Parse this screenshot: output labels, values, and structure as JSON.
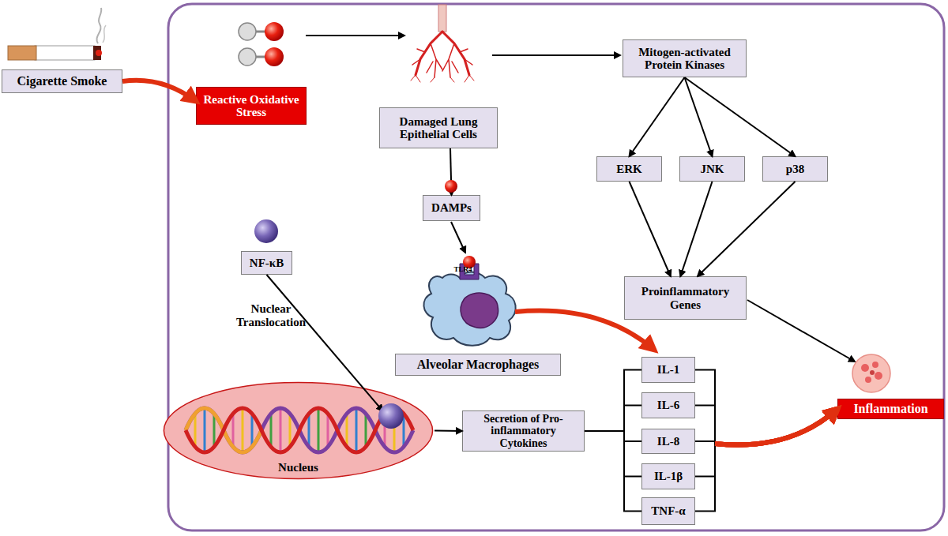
{
  "diagram": {
    "nodes": [
      {
        "text": [
          "Cigarette Smoke"
        ]
      },
      {
        "text": [
          "Reactive Oxidative Stress"
        ]
      },
      {
        "text": [
          "Mitogen-activated Protein Kinases"
        ]
      },
      {
        "text": [
          "Damaged Lung Epithelial Cells"
        ]
      },
      {
        "text": [
          "ERK"
        ]
      },
      {
        "text": [
          "JNK"
        ]
      },
      {
        "text": [
          "p38"
        ]
      },
      {
        "text": [
          "DAMPs"
        ]
      },
      {
        "text": [
          "NF-κB"
        ]
      },
      {
        "text": [
          "Proinflammatory Genes"
        ]
      },
      {
        "text": [
          "Alveolar Macrophages"
        ]
      },
      {
        "text": [
          "Nucleus"
        ]
      },
      {
        "text": [
          "Secretion of Pro-inflammatory Cytokines"
        ]
      },
      {
        "text": [
          "IL-1"
        ]
      },
      {
        "text": [
          "IL-6"
        ]
      },
      {
        "text": [
          "IL-8"
        ]
      },
      {
        "text": [
          "IL-1β"
        ]
      },
      {
        "text": [
          "TNF-α"
        ]
      },
      {
        "text": [
          "Inflammation"
        ]
      }
    ],
    "edges": [
      {
        "from": 0,
        "to": 1,
        "arrow": "to"
      },
      {
        "from": 3,
        "to": 7,
        "arrow": "to"
      },
      {
        "from": 2,
        "to": 4,
        "arrow": "to"
      },
      {
        "from": 2,
        "to": 5,
        "arrow": "to"
      },
      {
        "from": 2,
        "to": 6,
        "arrow": "to"
      },
      {
        "from": 4,
        "to": 9,
        "arrow": "to"
      },
      {
        "from": 5,
        "to": 9,
        "arrow": "to"
      },
      {
        "from": 6,
        "to": 9,
        "arrow": "to"
      },
      {
        "from": 8,
        "to": 11,
        "label": "Nuclear Translocation",
        "arrow": "to"
      },
      {
        "from": 11,
        "to": 12,
        "arrow": "to"
      },
      {
        "from": 12,
        "to": 13,
        "arrow": "none"
      },
      {
        "from": 12,
        "to": 14,
        "arrow": "none"
      },
      {
        "from": 12,
        "to": 15,
        "arrow": "none"
      },
      {
        "from": 12,
        "to": 16,
        "arrow": "none"
      },
      {
        "from": 12,
        "to": 17,
        "arrow": "none"
      },
      {
        "from": 13,
        "to": 18,
        "arrow": "to"
      },
      {
        "from": 14,
        "to": 18,
        "arrow": "to"
      },
      {
        "from": 15,
        "to": 18,
        "arrow": "to"
      },
      {
        "from": 16,
        "to": 18,
        "arrow": "to"
      },
      {
        "from": 17,
        "to": 18,
        "arrow": "to"
      }
    ],
    "labels": [
      "TLR4"
    ]
  }
}
